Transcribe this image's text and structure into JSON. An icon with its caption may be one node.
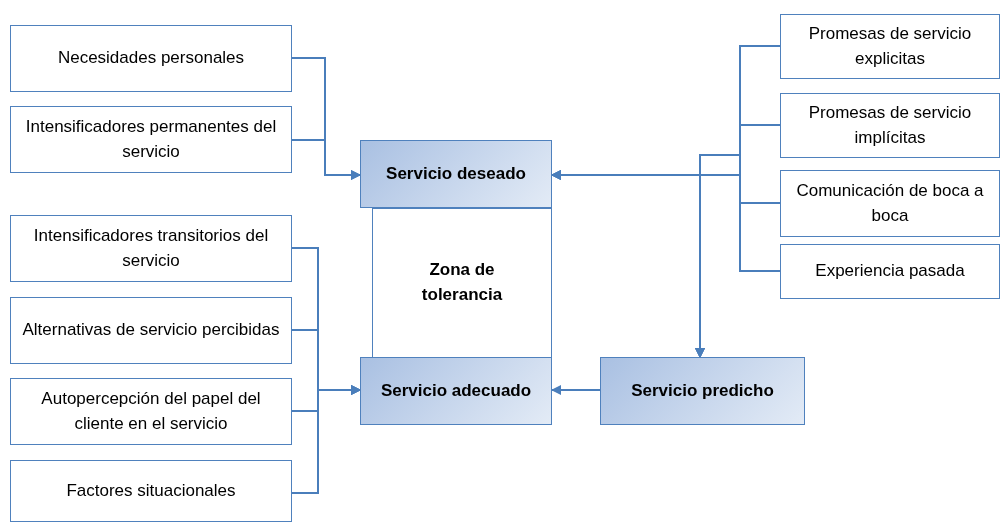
{
  "diagram": {
    "nodes": [
      {
        "text": [
          "Necesidades personales"
        ]
      },
      {
        "text": [
          "Intensificadores permanentes del servicio"
        ]
      },
      {
        "text": [
          "Intensificadores transitorios del servicio"
        ]
      },
      {
        "text": [
          "Alternativas de servicio percibidas"
        ]
      },
      {
        "text": [
          "Autopercepción del papel del cliente en el servicio"
        ]
      },
      {
        "text": [
          "Factores situacionales"
        ]
      },
      {
        "text": [
          "Servicio deseado"
        ]
      },
      {
        "text": [
          "Zona de tolerancia"
        ]
      },
      {
        "text": [
          "Servicio adecuado"
        ]
      },
      {
        "text": [
          "Servicio predicho"
        ]
      },
      {
        "text": [
          "Promesas de servicio explicitas"
        ]
      },
      {
        "text": [
          "Promesas de servicio implícitas"
        ]
      },
      {
        "text": [
          "Comunicación de boca a boca"
        ]
      },
      {
        "text": [
          "Experiencia pasada"
        ]
      }
    ],
    "edges": [
      {
        "from": 0,
        "to": 6,
        "arrow": "to"
      },
      {
        "from": 1,
        "to": 6,
        "arrow": "to"
      },
      {
        "from": 2,
        "to": 8,
        "arrow": "to"
      },
      {
        "from": 3,
        "to": 8,
        "arrow": "to"
      },
      {
        "from": 4,
        "to": 8,
        "arrow": "to"
      },
      {
        "from": 5,
        "to": 8,
        "arrow": "to"
      },
      {
        "from": 10,
        "to": 6,
        "arrow": "to"
      },
      {
        "from": 11,
        "to": 6,
        "arrow": "to"
      },
      {
        "from": 12,
        "to": 6,
        "arrow": "to"
      },
      {
        "from": 13,
        "to": 6,
        "arrow": "to"
      },
      {
        "from": 10,
        "to": 9,
        "arrow": "to"
      },
      {
        "from": 11,
        "to": 9,
        "arrow": "to"
      },
      {
        "from": 12,
        "to": 9,
        "arrow": "to"
      },
      {
        "from": 13,
        "to": 9,
        "arrow": "to"
      },
      {
        "from": 9,
        "to": 8,
        "arrow": "to"
      }
    ]
  }
}
